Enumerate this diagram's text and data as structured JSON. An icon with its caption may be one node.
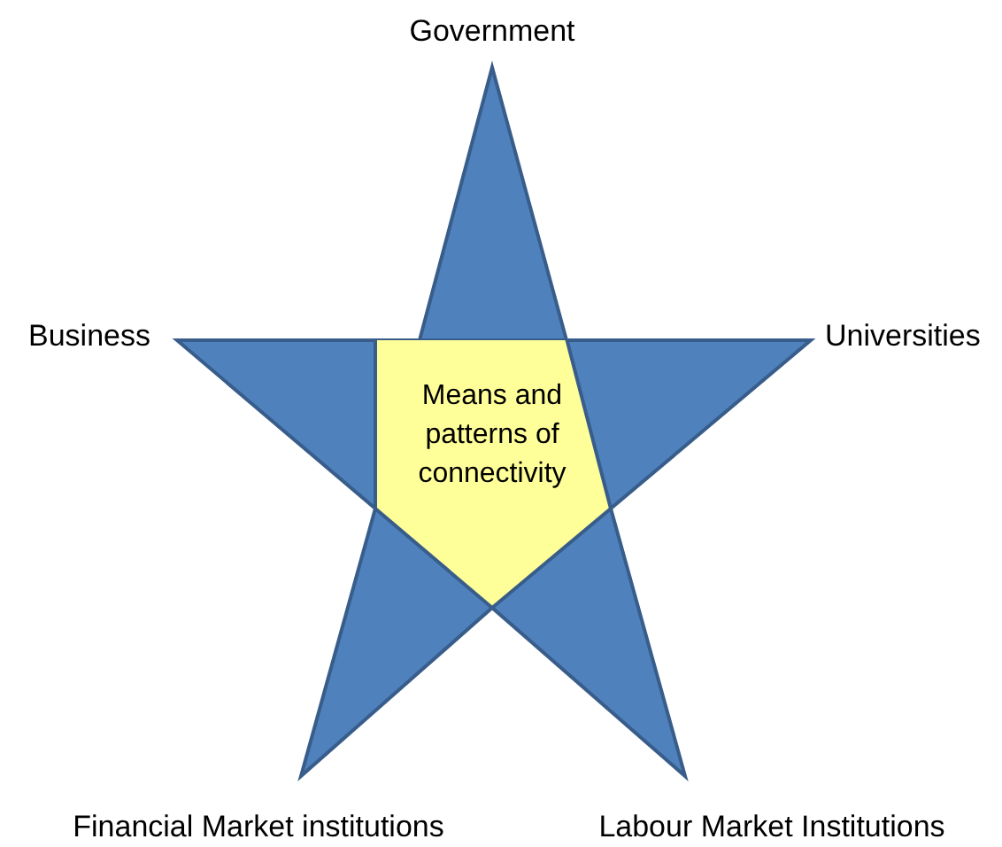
{
  "diagram": {
    "nodes": [
      {
        "text": [
          "Means and patterns of connectivity"
        ]
      }
    ],
    "labels": [
      "Government",
      "Business",
      "Universities",
      "Financial Market institutions",
      "Labour Market Institutions"
    ]
  }
}
